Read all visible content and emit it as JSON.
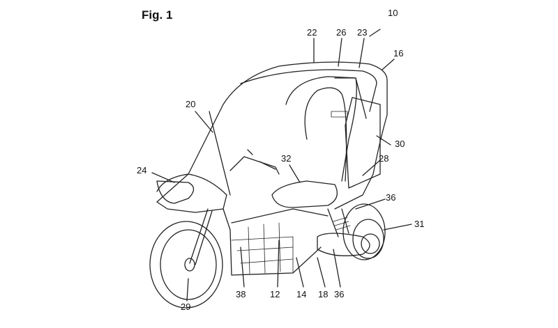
{
  "figure": {
    "title": "Fig. 1",
    "reference_numerals": {
      "vehicle": "10",
      "battery": "12",
      "n14": "14",
      "roof_structure": "16",
      "n18": "18",
      "front_pillar": "20",
      "roof_frame": "22",
      "rear_roof": "23",
      "front_light": "24",
      "roof_bar": "26",
      "n28": "28",
      "rear_wheel_drive": "29",
      "seat_back": "30",
      "rear_wheel": "31",
      "seat": "32",
      "spring_upper": "36",
      "spring_lower": "36",
      "n38": "38"
    }
  }
}
